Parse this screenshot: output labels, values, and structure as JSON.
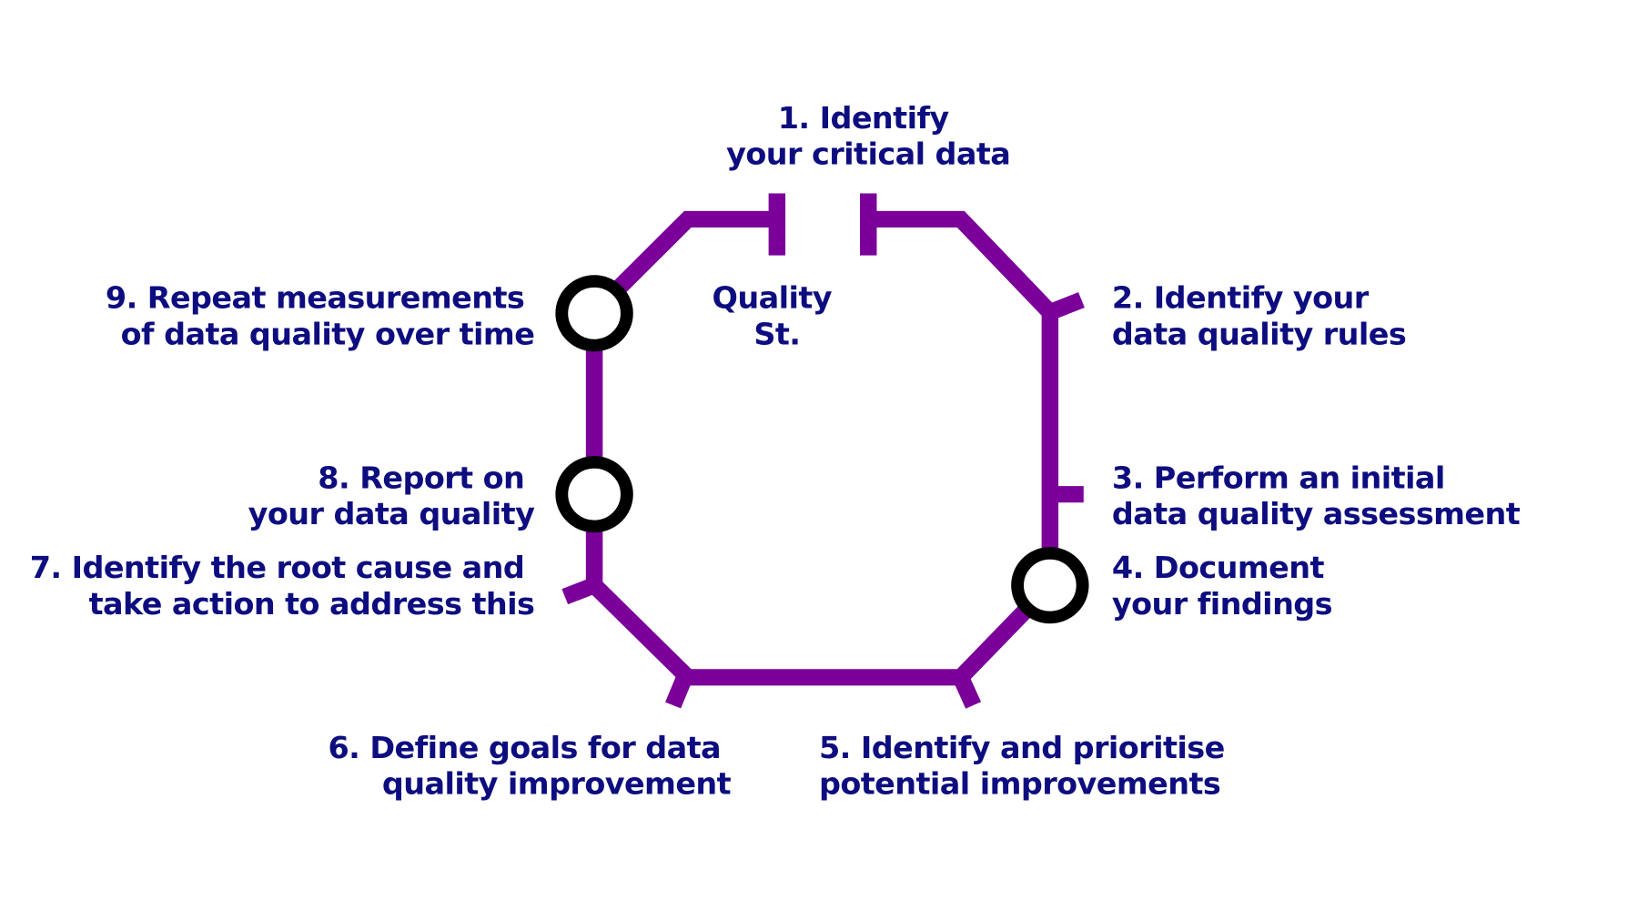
{
  "center_label": [
    "Quality",
    "St."
  ],
  "steps": [
    {
      "lines": [
        "1. Identify",
        "your critical data"
      ]
    },
    {
      "lines": [
        "2. Identify your",
        "data quality rules"
      ]
    },
    {
      "lines": [
        "3. Perform an initial",
        "data quality assessment"
      ]
    },
    {
      "lines": [
        "4. Document",
        "your findings"
      ]
    },
    {
      "lines": [
        "5. Identify and prioritise",
        "potential improvements"
      ]
    },
    {
      "lines": [
        "6. Define goals for data",
        "quality improvement"
      ]
    },
    {
      "lines": [
        "7. Identify the root cause and",
        "take action to address this"
      ]
    },
    {
      "lines": [
        "8. Report on",
        "your data quality"
      ]
    },
    {
      "lines": [
        "9. Repeat measurements",
        "of data quality over time"
      ]
    }
  ],
  "colors": {
    "line": "#7a0099",
    "text": "#0d0d80",
    "station": "#000000"
  }
}
